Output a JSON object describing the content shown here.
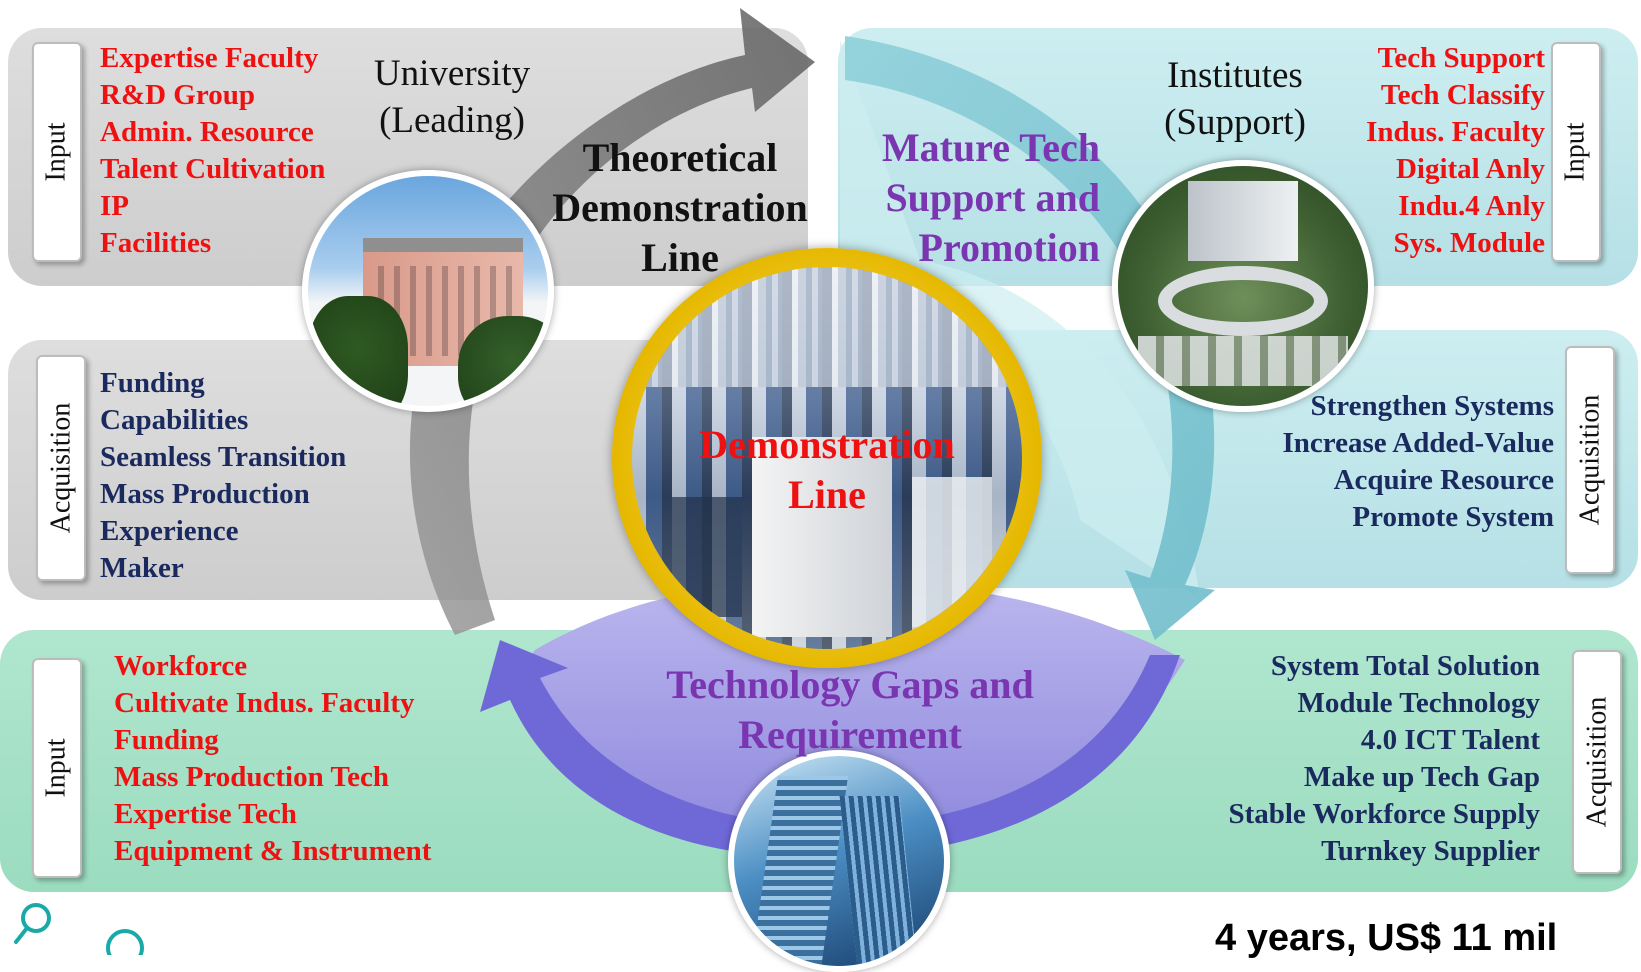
{
  "university": {
    "role": [
      "University",
      "(Leading)"
    ],
    "input_tab": "Input",
    "input_items": [
      "Expertise Faculty",
      "R&D Group",
      "Admin. Resource",
      "Talent Cultivation",
      "IP",
      "Facilities"
    ],
    "acquisition_tab": "Acquisition",
    "acquisition_items": [
      "Funding",
      "Capabilities",
      "Seamless Transition",
      "Mass Production",
      "Experience",
      "Maker"
    ]
  },
  "institutes": {
    "role": [
      "Institutes",
      "(Support)"
    ],
    "input_tab": "Input",
    "input_items": [
      "Tech Support",
      "Tech Classify",
      "Indus. Faculty",
      "Digital Anly",
      "Indu.4 Anly",
      "Sys. Module"
    ],
    "acquisition_tab": "Acquisition",
    "acquisition_items": [
      "Strengthen Systems",
      "Increase Added-Value",
      "Acquire Resource",
      "Promote System"
    ]
  },
  "industry": {
    "input_tab": "Input",
    "input_items": [
      "Workforce",
      "Cultivate Indus. Faculty",
      "Funding",
      "Mass Production Tech",
      "Expertise Tech",
      "Equipment & Instrument"
    ],
    "acquisition_tab": "Acquisition",
    "acquisition_items": [
      "System Total Solution",
      "Module Technology",
      "4.0 ICT Talent",
      "Make up Tech Gap",
      "Stable Workforce Supply",
      "Turnkey Supplier"
    ]
  },
  "themes": {
    "theoretical": [
      "Theoretical",
      "Demonstration",
      "Line"
    ],
    "mature": [
      "Mature Tech",
      "Support and",
      "Promotion"
    ],
    "gaps": [
      "Technology Gaps and",
      "Requirement"
    ]
  },
  "center": [
    "Demonstration",
    "Line"
  ],
  "footer": "4 years, US$ 11 mil",
  "colors": {
    "university_panel": "#d3d3d3",
    "institutes_panel": "#bfe6ea",
    "industry_panel": "#a5e1c6",
    "gaps_arc": "#a6a2e6",
    "input_text": "#ee1111",
    "acquisition_text": "#1a2a5e",
    "theme_purple": "#7a35b0",
    "center_ring": "#e6b800"
  },
  "icons": [
    "building-photo-icon",
    "campus-photo-icon",
    "factory-floor-photo-icon",
    "skyscraper-photo-icon",
    "search-icon"
  ]
}
